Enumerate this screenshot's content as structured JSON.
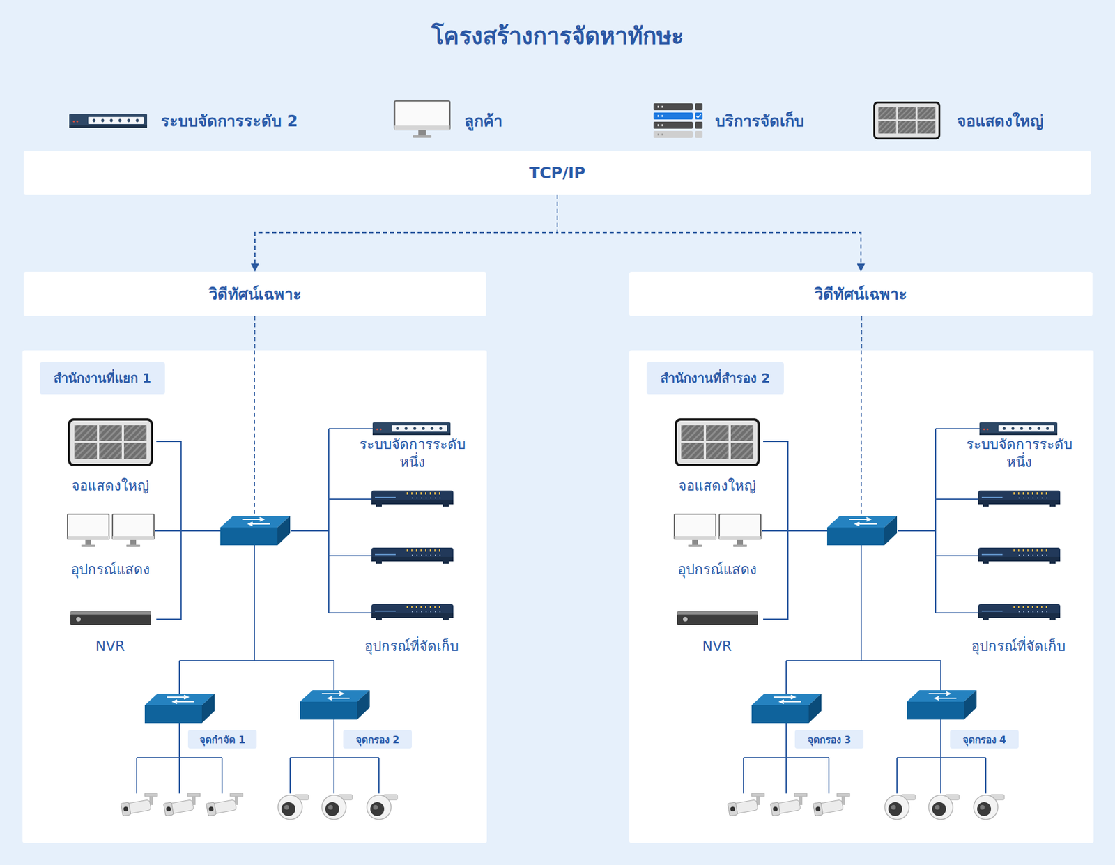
{
  "diagram": {
    "title": "โครงสร้างการจัดหาทักษะ",
    "nodes": [
      {
        "text": [
          "TCP/IP"
        ]
      },
      {
        "text": [
          "วิดีทัศน์เฉพาะ"
        ]
      },
      {
        "text": [
          "วิดีทัศน์เฉพาะ"
        ]
      },
      {
        "text": [
          "สำนักงานที่แยก 1"
        ]
      },
      {
        "text": [
          "จุดกำจัด 1"
        ],
        "in": 3
      },
      {
        "text": [
          "จุดกรอง 2"
        ],
        "in": 3
      },
      {
        "text": [
          "สำนักงานที่สำรอง 2"
        ]
      },
      {
        "text": [
          "จุดกรอง 3"
        ],
        "in": 6
      },
      {
        "text": [
          "จุดกรอง 4"
        ],
        "in": 6
      }
    ],
    "edges": [
      {
        "from": 0,
        "to": 1,
        "arrow": "to"
      },
      {
        "from": 0,
        "to": 2,
        "arrow": "to"
      },
      {
        "from": 1,
        "to": 3,
        "arrow": "none"
      },
      {
        "from": 2,
        "to": 6,
        "arrow": "none"
      }
    ],
    "labels": [
      "จอแสดงใหญ่",
      "อุปกรณ์แสดง",
      "NVR",
      "ระบบจัดการระดับ หนึ่ง",
      "อุปกรณ์ที่จัดเก็บ",
      "จอแสดงใหญ่",
      "อุปกรณ์แสดง",
      "NVR",
      "ระบบจัดการระดับ หนึ่ง",
      "อุปกรณ์ที่จัดเก็บ"
    ],
    "legend": [
      {
        "text": "ระบบจัดการระดับ 2"
      },
      {
        "text": "ลูกค้า"
      },
      {
        "text": "บริการจัดเก็บ"
      },
      {
        "text": "จอแสดงใหญ่"
      }
    ]
  }
}
